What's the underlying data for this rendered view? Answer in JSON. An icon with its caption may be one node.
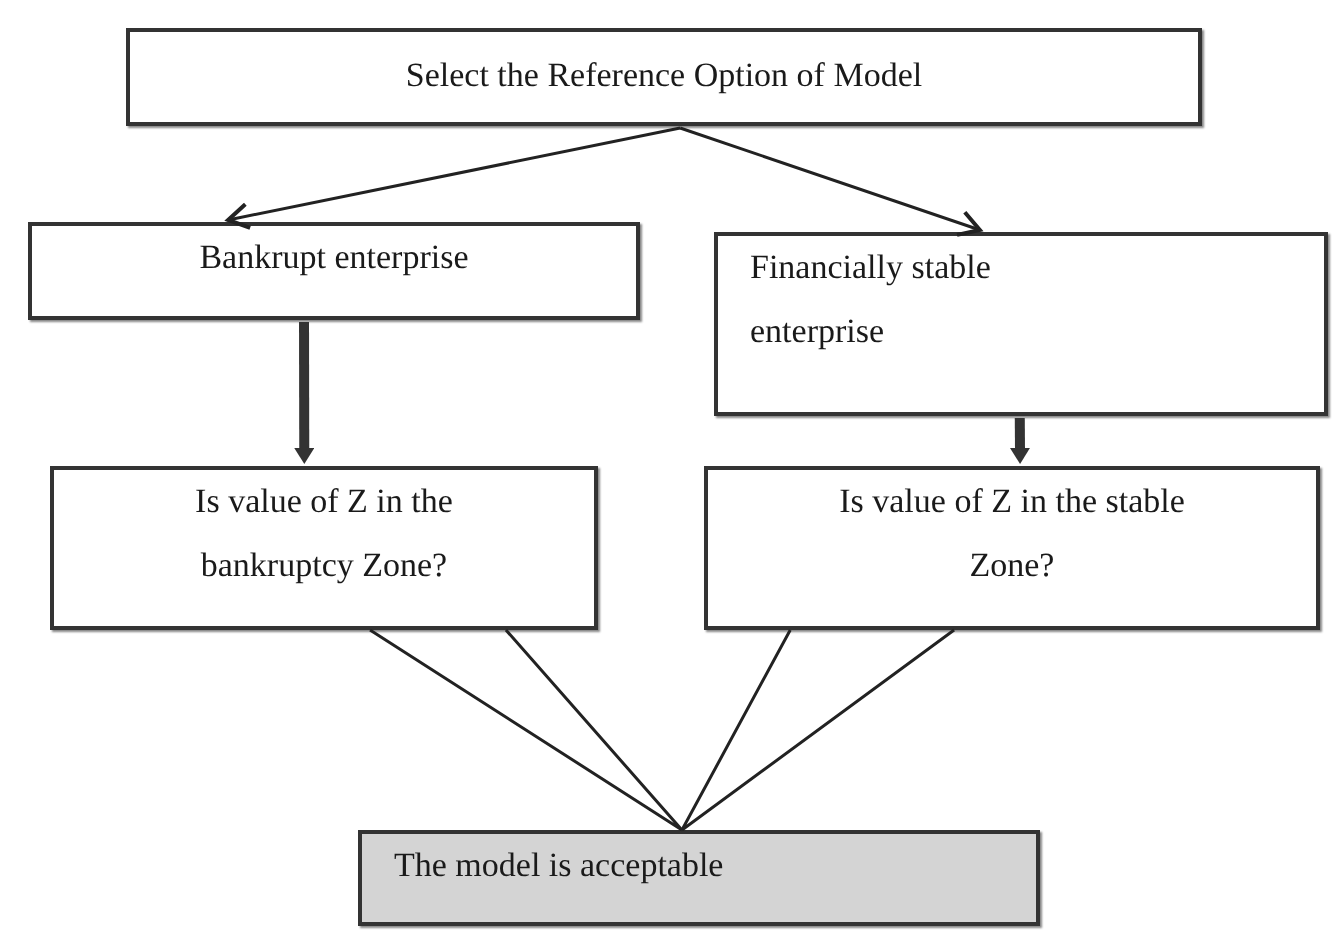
{
  "diagram": {
    "nodes": [
      {
        "text": [
          "Select the Reference Option of Model"
        ]
      },
      {
        "text": [
          "Bankrupt enterprise"
        ]
      },
      {
        "text": [
          "Financially stable enterprise"
        ]
      },
      {
        "text": [
          "Is value of Z in the bankruptcy Zone?"
        ]
      },
      {
        "text": [
          "Is value of Z in the stable Zone?"
        ]
      },
      {
        "text": [
          "The model is acceptable"
        ]
      }
    ],
    "edges": [
      {
        "from": 0,
        "to": 1,
        "arrow": "to"
      },
      {
        "from": 0,
        "to": 2,
        "arrow": "to"
      },
      {
        "from": 1,
        "to": 3,
        "arrow": "to",
        "style": "thick"
      },
      {
        "from": 2,
        "to": 4,
        "arrow": "to",
        "style": "thick"
      },
      {
        "from": 3,
        "to": 5,
        "arrow": "none"
      },
      {
        "from": 4,
        "to": 5,
        "arrow": "none"
      }
    ]
  }
}
